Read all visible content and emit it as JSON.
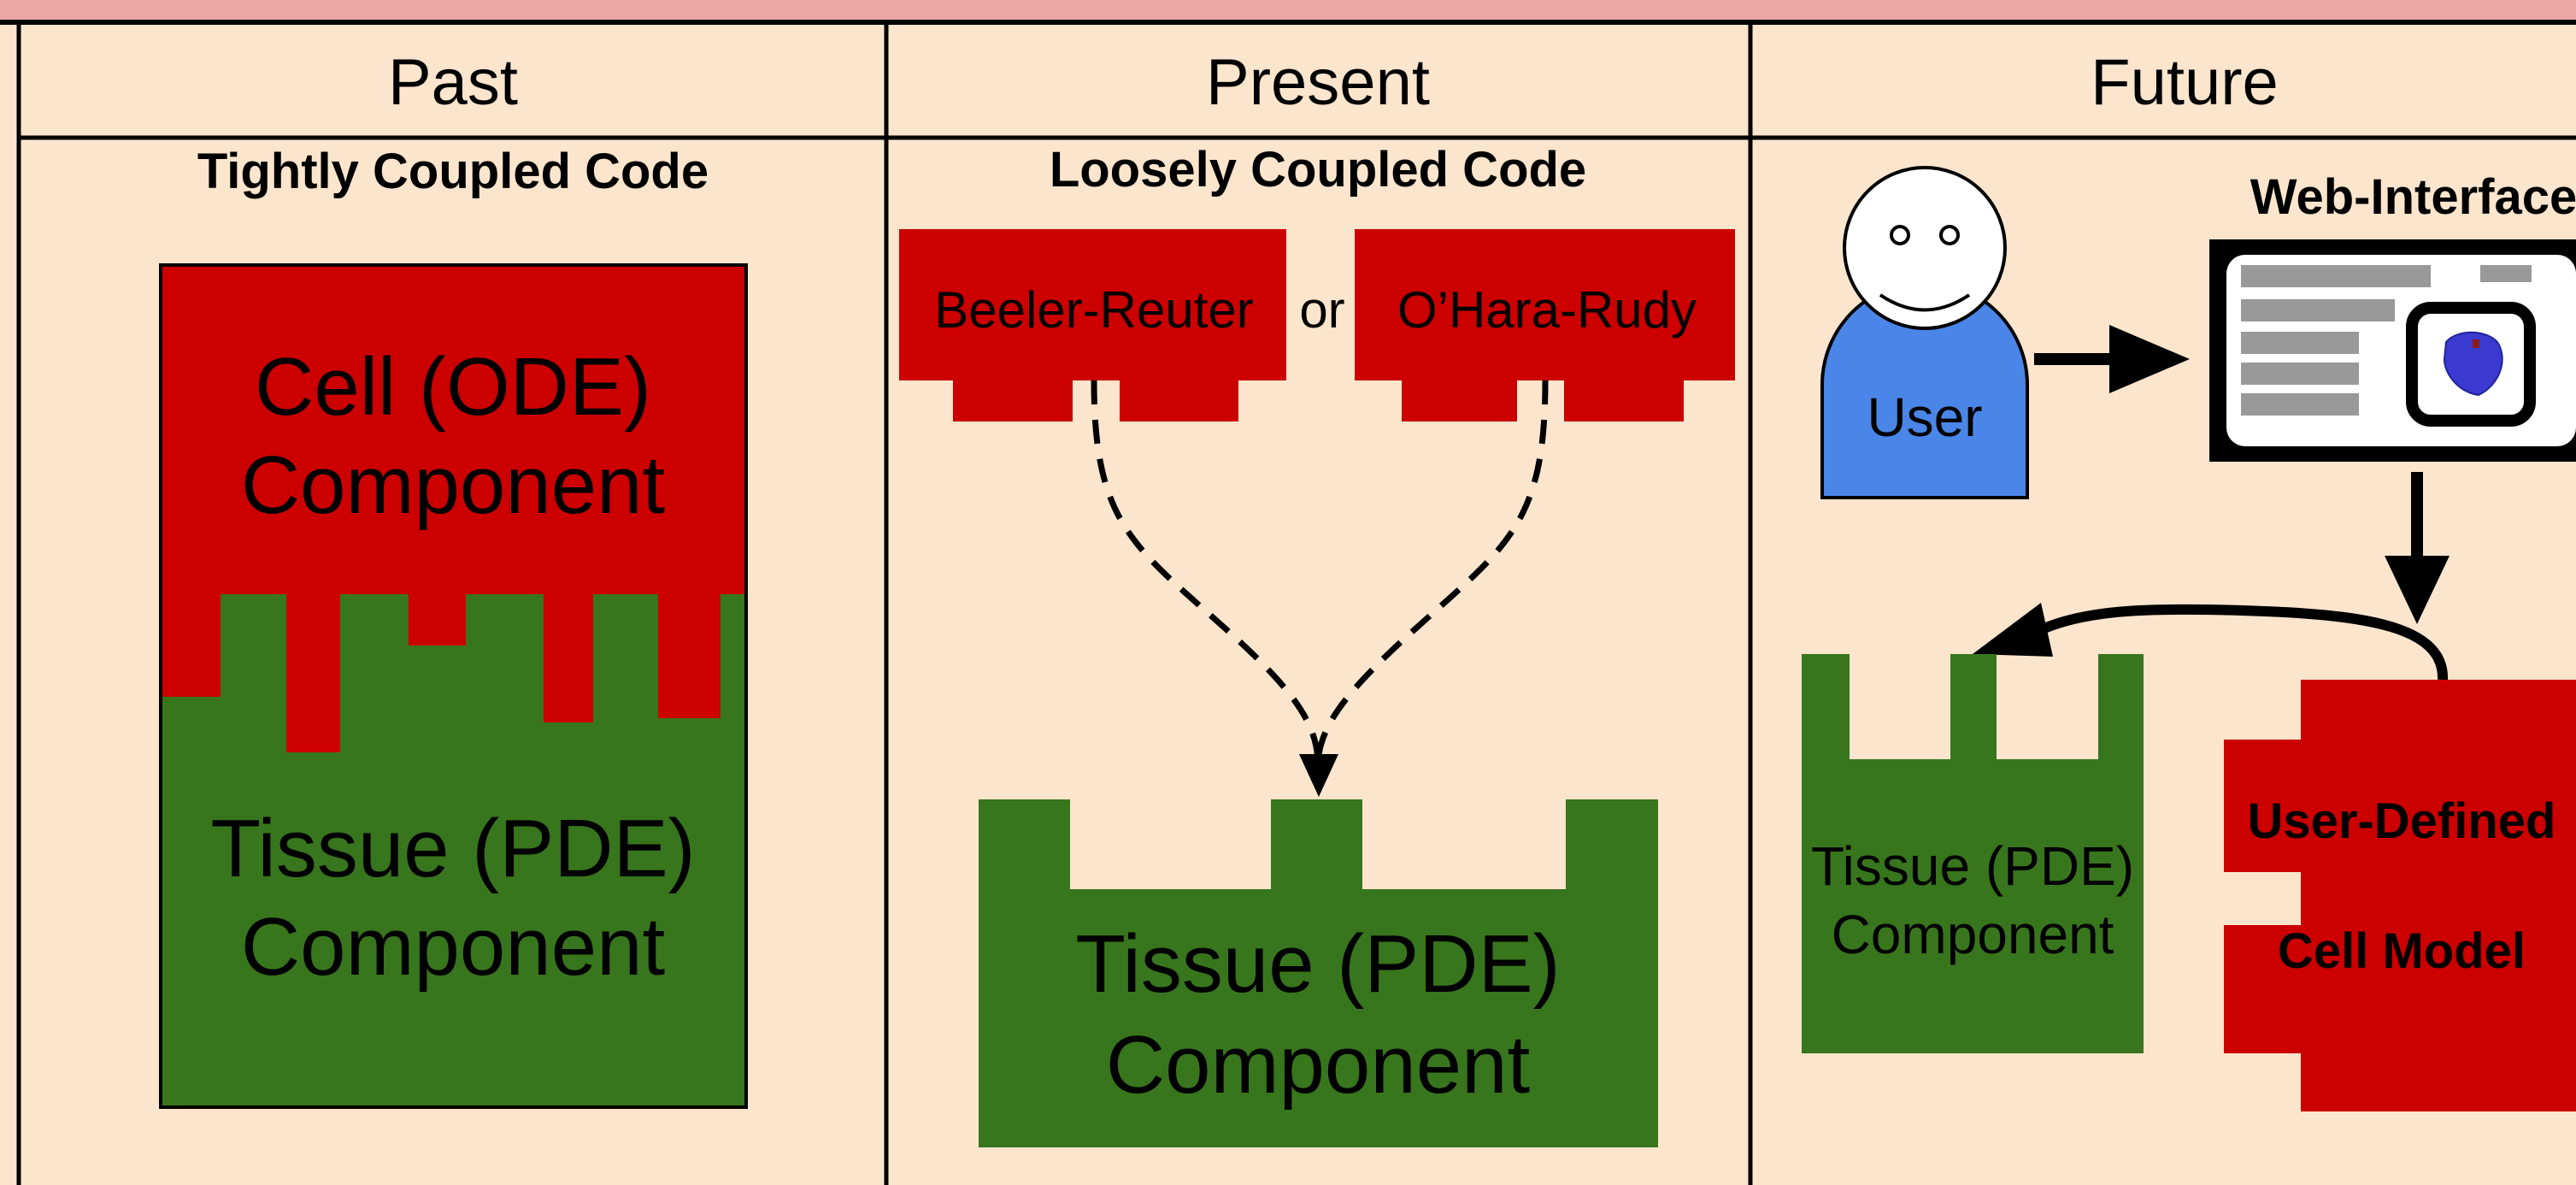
{
  "columns": {
    "past": {
      "header": "Past",
      "subtitle": "Tightly Coupled Code",
      "cell_line1": "Cell (ODE)",
      "cell_line2": "Component",
      "tissue_line1": "Tissue (PDE)",
      "tissue_line2": "Component"
    },
    "present": {
      "header": "Present",
      "subtitle": "Loosely Coupled Code",
      "model_a": "Beeler-Reuter",
      "connector": "or",
      "model_b": "O’Hara-Rudy",
      "tissue_line1": "Tissue (PDE)",
      "tissue_line2": "Component"
    },
    "future": {
      "header": "Future",
      "web_title": "Web-Interface",
      "user_label": "User",
      "tissue_line1": "Tissue (PDE)",
      "tissue_line2": "Component",
      "cell_line1": "User-Defined",
      "cell_line2": "Cell Model"
    }
  },
  "colors": {
    "background": "#fce5cd",
    "top_strip": "#eaa8a4",
    "cell_red": "#cc0000",
    "tissue_green": "#38761d",
    "user_blue": "#4a86e8",
    "heart_blue": "#3a3ad0"
  }
}
